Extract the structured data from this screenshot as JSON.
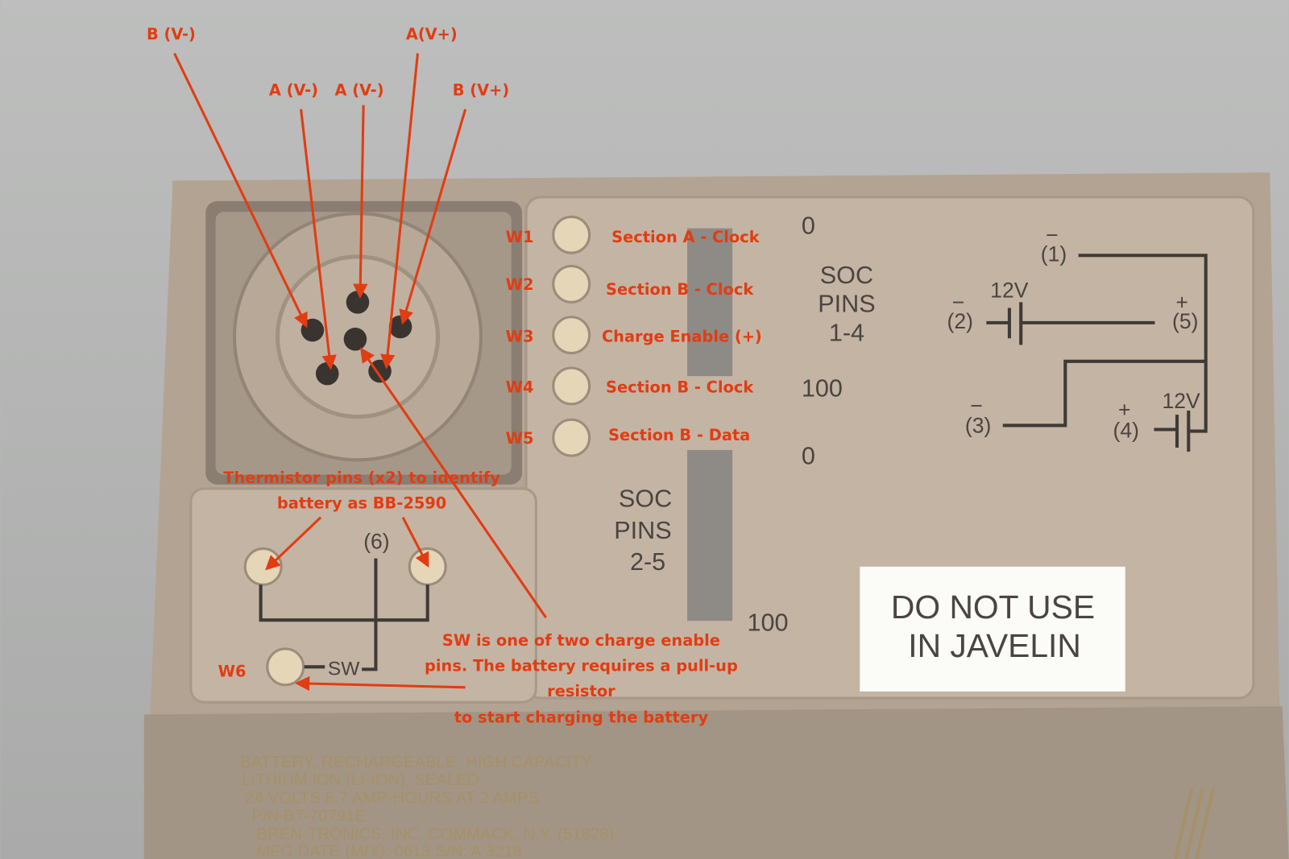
{
  "colors": {
    "annotation": "#e23c12",
    "battery": "#b7a797",
    "panel": "#c5b5a5",
    "background": "#b8b9b8"
  },
  "connector_labels": [
    "B (V-)",
    "A (V-)",
    "A (V-)",
    "A(V+)",
    "B (V+)"
  ],
  "pins": [
    {
      "id": "W1",
      "label": "Section A - Clock"
    },
    {
      "id": "W2",
      "label": "Section B - Clock"
    },
    {
      "id": "W3",
      "label": "Charge Enable (+)"
    },
    {
      "id": "W4",
      "label": "Section B - Clock"
    },
    {
      "id": "W5",
      "label": "Section B - Data"
    },
    {
      "id": "W6",
      "label": ""
    }
  ],
  "soc_gauges": [
    {
      "title_lines": [
        "SOC",
        "PINS",
        "1-4"
      ],
      "min": "0",
      "max": "100"
    },
    {
      "title_lines": [
        "SOC",
        "PINS",
        "2-5"
      ],
      "min": "0",
      "max": "100"
    }
  ],
  "thermistor_note": [
    "Thermistor pins (x2) to identify",
    "battery as BB-2590"
  ],
  "pin6_label": "(6)",
  "sw_label": "SW",
  "sw_note": [
    "SW is one of two charge enable",
    "pins.  The battery requires a pull-up",
    "resistor",
    "to start charging the battery"
  ],
  "schematic": {
    "terminals": [
      {
        "label": "(1)",
        "polarity": "−"
      },
      {
        "label": "(2)",
        "polarity": "−"
      },
      {
        "label": "(3)",
        "polarity": "−"
      },
      {
        "label": "(4)",
        "polarity": "+"
      },
      {
        "label": "(5)",
        "polarity": "+"
      }
    ],
    "cell_voltage": "12V"
  },
  "warning_label": [
    "DO NOT USE",
    "IN JAVELIN"
  ],
  "embossed_text": [
    "BATTERY, RECHARGEABLE, HIGH CAPACITY",
    "LITHIUM ION (LI-ION), SEALED",
    "24 VOLTS 8.7 AMP-HOURS AT 2 AMPS",
    "P/N BT-70791E",
    "BREN-TRONICS, INC.  COMMACK, N.Y. (51828)",
    "MFG DATE (M/Y): 0613   S/N: A 3218"
  ]
}
